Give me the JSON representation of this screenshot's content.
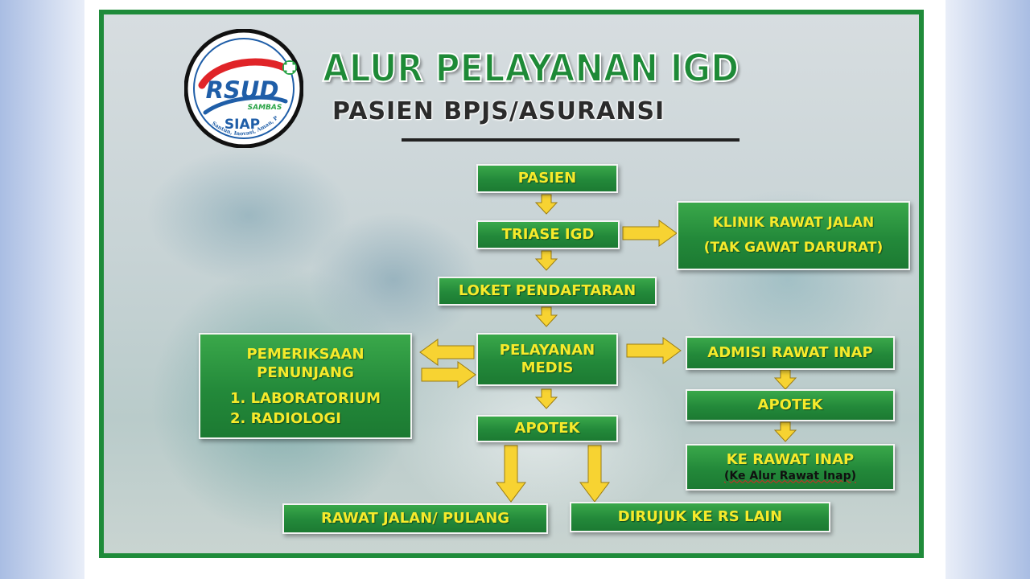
{
  "logo": {
    "name": "RSUD",
    "sub": "SAMBAS",
    "motto": "SIAP",
    "tagline": "Santun, Inovasi, Aman, Profesional"
  },
  "title": "ALUR PELAYANAN IGD",
  "subtitle": "PASIEN BPJS/ASURANSI",
  "steps": {
    "pasien": "PASIEN",
    "triase": "TRIASE IGD",
    "klinik_line1": "KLINIK RAWAT JALAN",
    "klinik_line2": "(TAK GAWAT DARURAT)",
    "loket": "LOKET PENDAFTARAN",
    "pelayanan_line1": "PELAYANAN",
    "pelayanan_line2": "MEDIS",
    "penunjang_line1": "PEMERIKSAAN",
    "penunjang_line2": "PENUNJANG",
    "penunjang_item1": "1. LABORATORIUM",
    "penunjang_item2": "2. RADIOLOGI",
    "admisi": "ADMISI RAWAT INAP",
    "apotek_right": "APOTEK",
    "ke_rawat_inap": "KE RAWAT INAP",
    "ke_alur_rawat_inap": "(Ke Alur Rawat Inap)",
    "apotek_center": "APOTEK",
    "rawat_jalan_pulang": "RAWAT JALAN/ PULANG",
    "dirujuk": "DIRUJUK KE RS LAIN"
  },
  "colors": {
    "box_green": "#23893a",
    "text_yellow": "#f6ea2b",
    "arrow_yellow": "#f7d332",
    "border_green": "#1f8b3a"
  }
}
